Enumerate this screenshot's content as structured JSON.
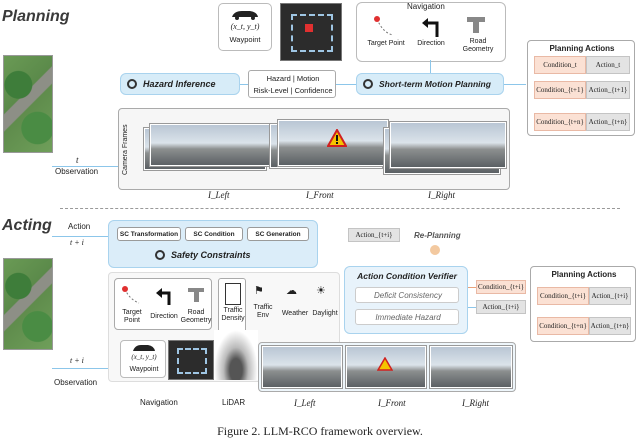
{
  "planning": {
    "title": "Planning",
    "waypoint_label": "Waypoint",
    "waypoint_coord": "(x_t, y_t)",
    "navigation_title": "Navigation",
    "nav_items": [
      "Target Point",
      "Direction",
      "Road Geometry"
    ],
    "hazard_inference": "Hazard Inference",
    "hazard_info_line1": "Hazard | Motion",
    "hazard_info_line2": "Risk-Level | Confidence",
    "motion_planning": "Short-term Motion Planning",
    "camera_frames": "Camera Frames",
    "observation": "Observation",
    "t_label": "t",
    "cam_labels": [
      "I_Left",
      "I_Front",
      "I_Right"
    ],
    "actions_title": "Planning Actions",
    "actions_rows": [
      {
        "cond": "Condition_t",
        "act": "Action_t"
      },
      {
        "cond": "Condition_{t+1}",
        "act": "Action_{t+1}"
      },
      {
        "cond": "Condition_{t+n}",
        "act": "Action_{t+n}"
      }
    ]
  },
  "acting": {
    "title": "Acting",
    "action_label": "Action",
    "action_sub": "t + i",
    "sc_buttons": [
      "SC Transformation",
      "SC Condition",
      "SC Generation"
    ],
    "safety_constraints": "Safety Constraints",
    "action_ti": "Action_{t+i}",
    "replanning": "Re-Planning",
    "verifier_title": "Action Condition Verifier",
    "deficit": "Deficit Consistency",
    "immediate": "Immediate Hazard",
    "condition_ti": "Condition_{t+i}",
    "action_ti_2": "Action_{t+i}",
    "nav_items": [
      "Target Point",
      "Direction",
      "Road Geometry"
    ],
    "env_items": [
      "Traffic Density",
      "Traffic Env",
      "Weather",
      "Daylight"
    ],
    "waypoint_label": "Waypoint",
    "waypoint_coord": "(x_t, y_t)",
    "navigation": "Navigation",
    "lidar": "LiDAR",
    "observation": "Observation",
    "t_label": "t + i",
    "cam_labels": [
      "I_Left",
      "I_Front",
      "I_Right"
    ],
    "actions_title": "Planning Actions",
    "actions_rows": [
      {
        "cond": "Condition_{t+i}",
        "act": "Action_{t+i}"
      },
      {
        "cond": "Condition_{t+n}",
        "act": "Action_{t+n}"
      }
    ]
  },
  "caption": "Figure 2. LLM-RCO framework overview.",
  "colors": {
    "accent_blue": "#8cc6ea",
    "condition_fill": "#fbe1d4",
    "action_fill": "#e3e3e3"
  }
}
